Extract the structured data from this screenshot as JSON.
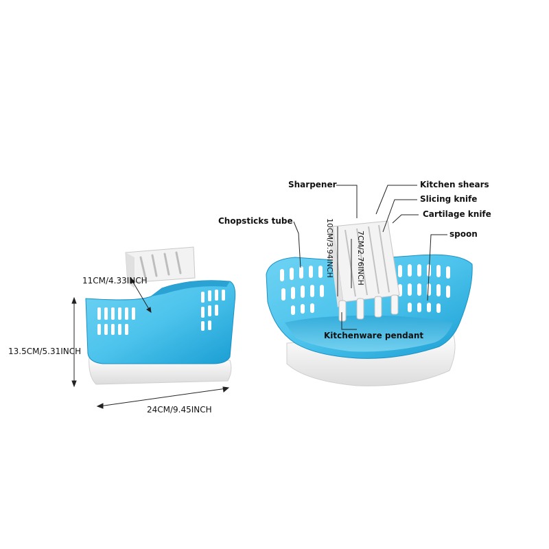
{
  "left_product": {
    "width_label": "24CM/9.45INCH",
    "height_label": "13.5CM/5.31INCH",
    "knife_block_label": "11CM/4.33INCH"
  },
  "right_product": {
    "labels": {
      "sharpener": "Sharpener",
      "kitchen_shears": "Kitchen shears",
      "slicing_knife": "Slicing knife",
      "cartilage_knife": "Cartilage knife",
      "chopsticks_tube": "Chopsticks tube",
      "spoon": "spoon",
      "kitchenware_pendant": "Kitchenware pendant"
    },
    "slot_depth_label": "10CM/3.94INCH",
    "slot_inner_label": "7CM/2.76INCH"
  },
  "colors": {
    "body_blue": "#4cc3ec",
    "body_blue_dark": "#1ea6d8",
    "base_white": "#f4f4f4",
    "block_white": "#eeeeee"
  }
}
